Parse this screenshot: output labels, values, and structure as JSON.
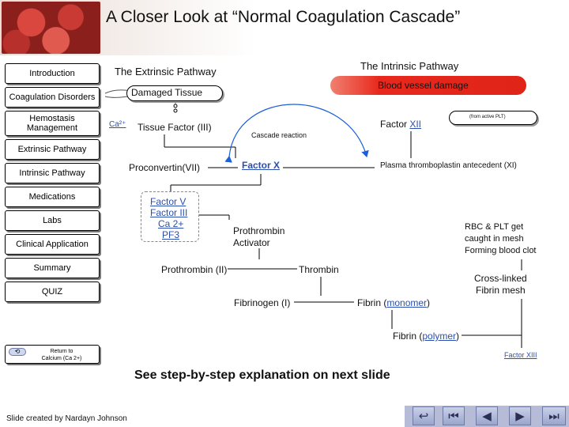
{
  "title": "A Closer Look at “Normal Coagulation Cascade”",
  "sidebar": {
    "items": [
      {
        "label": "Introduction"
      },
      {
        "label": "Coagulation Disorders"
      },
      {
        "label": "Hemostasis Management"
      },
      {
        "label": "Extrinsic Pathway"
      },
      {
        "label": "Intrinsic Pathway"
      },
      {
        "label": "Medications"
      },
      {
        "label": "Labs"
      },
      {
        "label": "Clinical Application"
      },
      {
        "label": "Summary"
      },
      {
        "label": "QUIZ"
      }
    ]
  },
  "diagram": {
    "extrinsic_title": "The Extrinsic Pathway",
    "intrinsic_title": "The Intrinsic Pathway",
    "blood_vessel_damage": "Blood vessel damage",
    "damaged_tissue": "Damaged Tissue",
    "ca_label": "Ca²⁺",
    "tissue_factor": "Tissue Factor (III)",
    "cascade_reaction": "Cascade reaction",
    "factor_xii": "Factor XII",
    "from_active_plt": "(from active PLT)",
    "proconvertin": "Proconvertin(VII)",
    "factor_x": "Factor X",
    "plasma_thromboplastin": "Plasma thromboplastin antecedent (XI)",
    "factor_v": "Factor V",
    "factor_iii": "Factor III",
    "ca_2plus": "Ca 2+",
    "pf3": "PF3",
    "prothrombin_activator": "Prothrombin\nActivator",
    "rbc_plt_line1": "RBC & PLT get",
    "rbc_plt_line2": "caught in mesh",
    "rbc_plt_line3": "Forming blood clot",
    "prothrombin": "Prothrombin (II)",
    "thrombin": "Thrombin",
    "cross_linked_line1": "Cross-linked",
    "cross_linked_line2": "Fibrin mesh",
    "fibrinogen": "Fibrinogen (I)",
    "fibrin_mono_prefix": "Fibrin (",
    "fibrin_mono_link": "monomer",
    "fibrin_mono_suffix": ")",
    "fibrin_poly_prefix": "Fibrin (",
    "fibrin_poly_link": "polymer",
    "fibrin_poly_suffix": ")",
    "factor_xiii": "Factor XIII"
  },
  "return_button": {
    "line1": "Return to",
    "line2": "Calcium (Ca 2+)"
  },
  "next_slide_note": "See step-by-step explanation on next slide",
  "credit": "Slide created by Nardayn Johnson",
  "footer_nav": [
    {
      "glyph": "↩",
      "icon": "return-icon"
    },
    {
      "glyph": "⏮",
      "icon": "first-slide-icon"
    },
    {
      "glyph": "◀",
      "icon": "previous-slide-icon"
    },
    {
      "glyph": "▶",
      "icon": "next-slide-icon"
    },
    {
      "glyph": "⏭",
      "icon": "last-slide-icon"
    }
  ]
}
